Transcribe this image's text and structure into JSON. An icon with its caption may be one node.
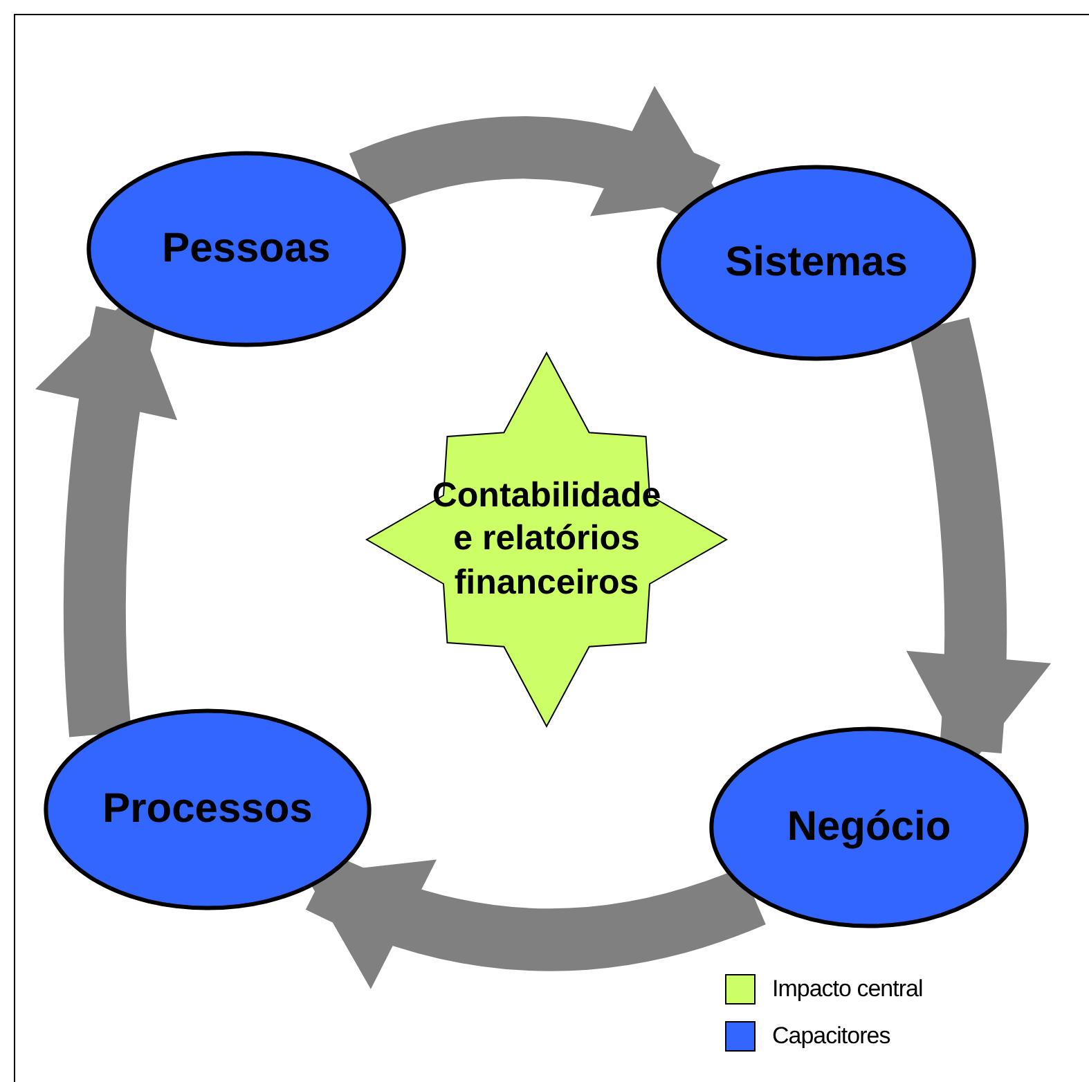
{
  "diagram": {
    "nodes": [
      {
        "text": [
          "Pessoas"
        ]
      },
      {
        "text": [
          "Sistemas"
        ]
      },
      {
        "text": [
          "Negócio"
        ]
      },
      {
        "text": [
          "Processos"
        ]
      },
      {
        "text": [
          "Contabilidade e relatórios financeiros"
        ]
      }
    ],
    "edges": [
      {
        "from": 0,
        "to": 1,
        "arrow": "to"
      },
      {
        "from": 1,
        "to": 2,
        "arrow": "to"
      },
      {
        "from": 2,
        "to": 3,
        "arrow": "to"
      },
      {
        "from": 3,
        "to": 0,
        "arrow": "to"
      }
    ],
    "legend": [
      {
        "text": "Impacto central",
        "color": "#ccff66"
      },
      {
        "text": "Capacitores",
        "color": "#3366ff"
      }
    ]
  }
}
